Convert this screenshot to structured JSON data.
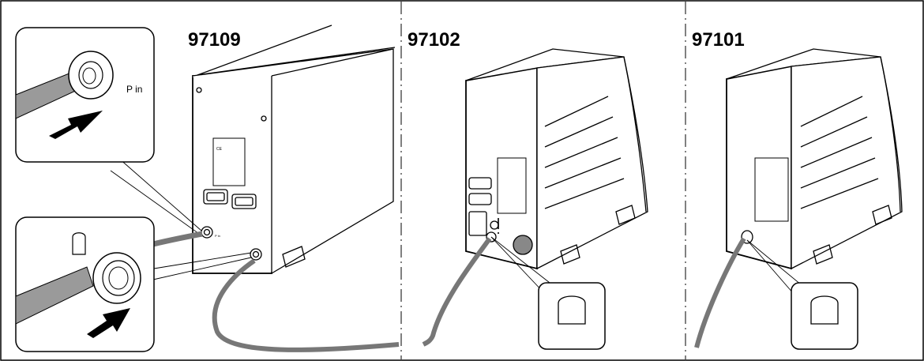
{
  "panels": [
    {
      "model": "97109",
      "inset_top_label": "P in",
      "port_label": "P in"
    },
    {
      "model": "97102"
    },
    {
      "model": "97101"
    }
  ],
  "colors": {
    "line": "#000000",
    "hose_fill": "#9a9a9a",
    "tube": "#b0b0b0",
    "background": "#ffffff",
    "divider": "#000000"
  },
  "icons": [
    "arrow-icon",
    "connector-icon",
    "hose-icon",
    "ce-mark-icon",
    "vent-symbol-icon",
    "exclamation-icon"
  ]
}
